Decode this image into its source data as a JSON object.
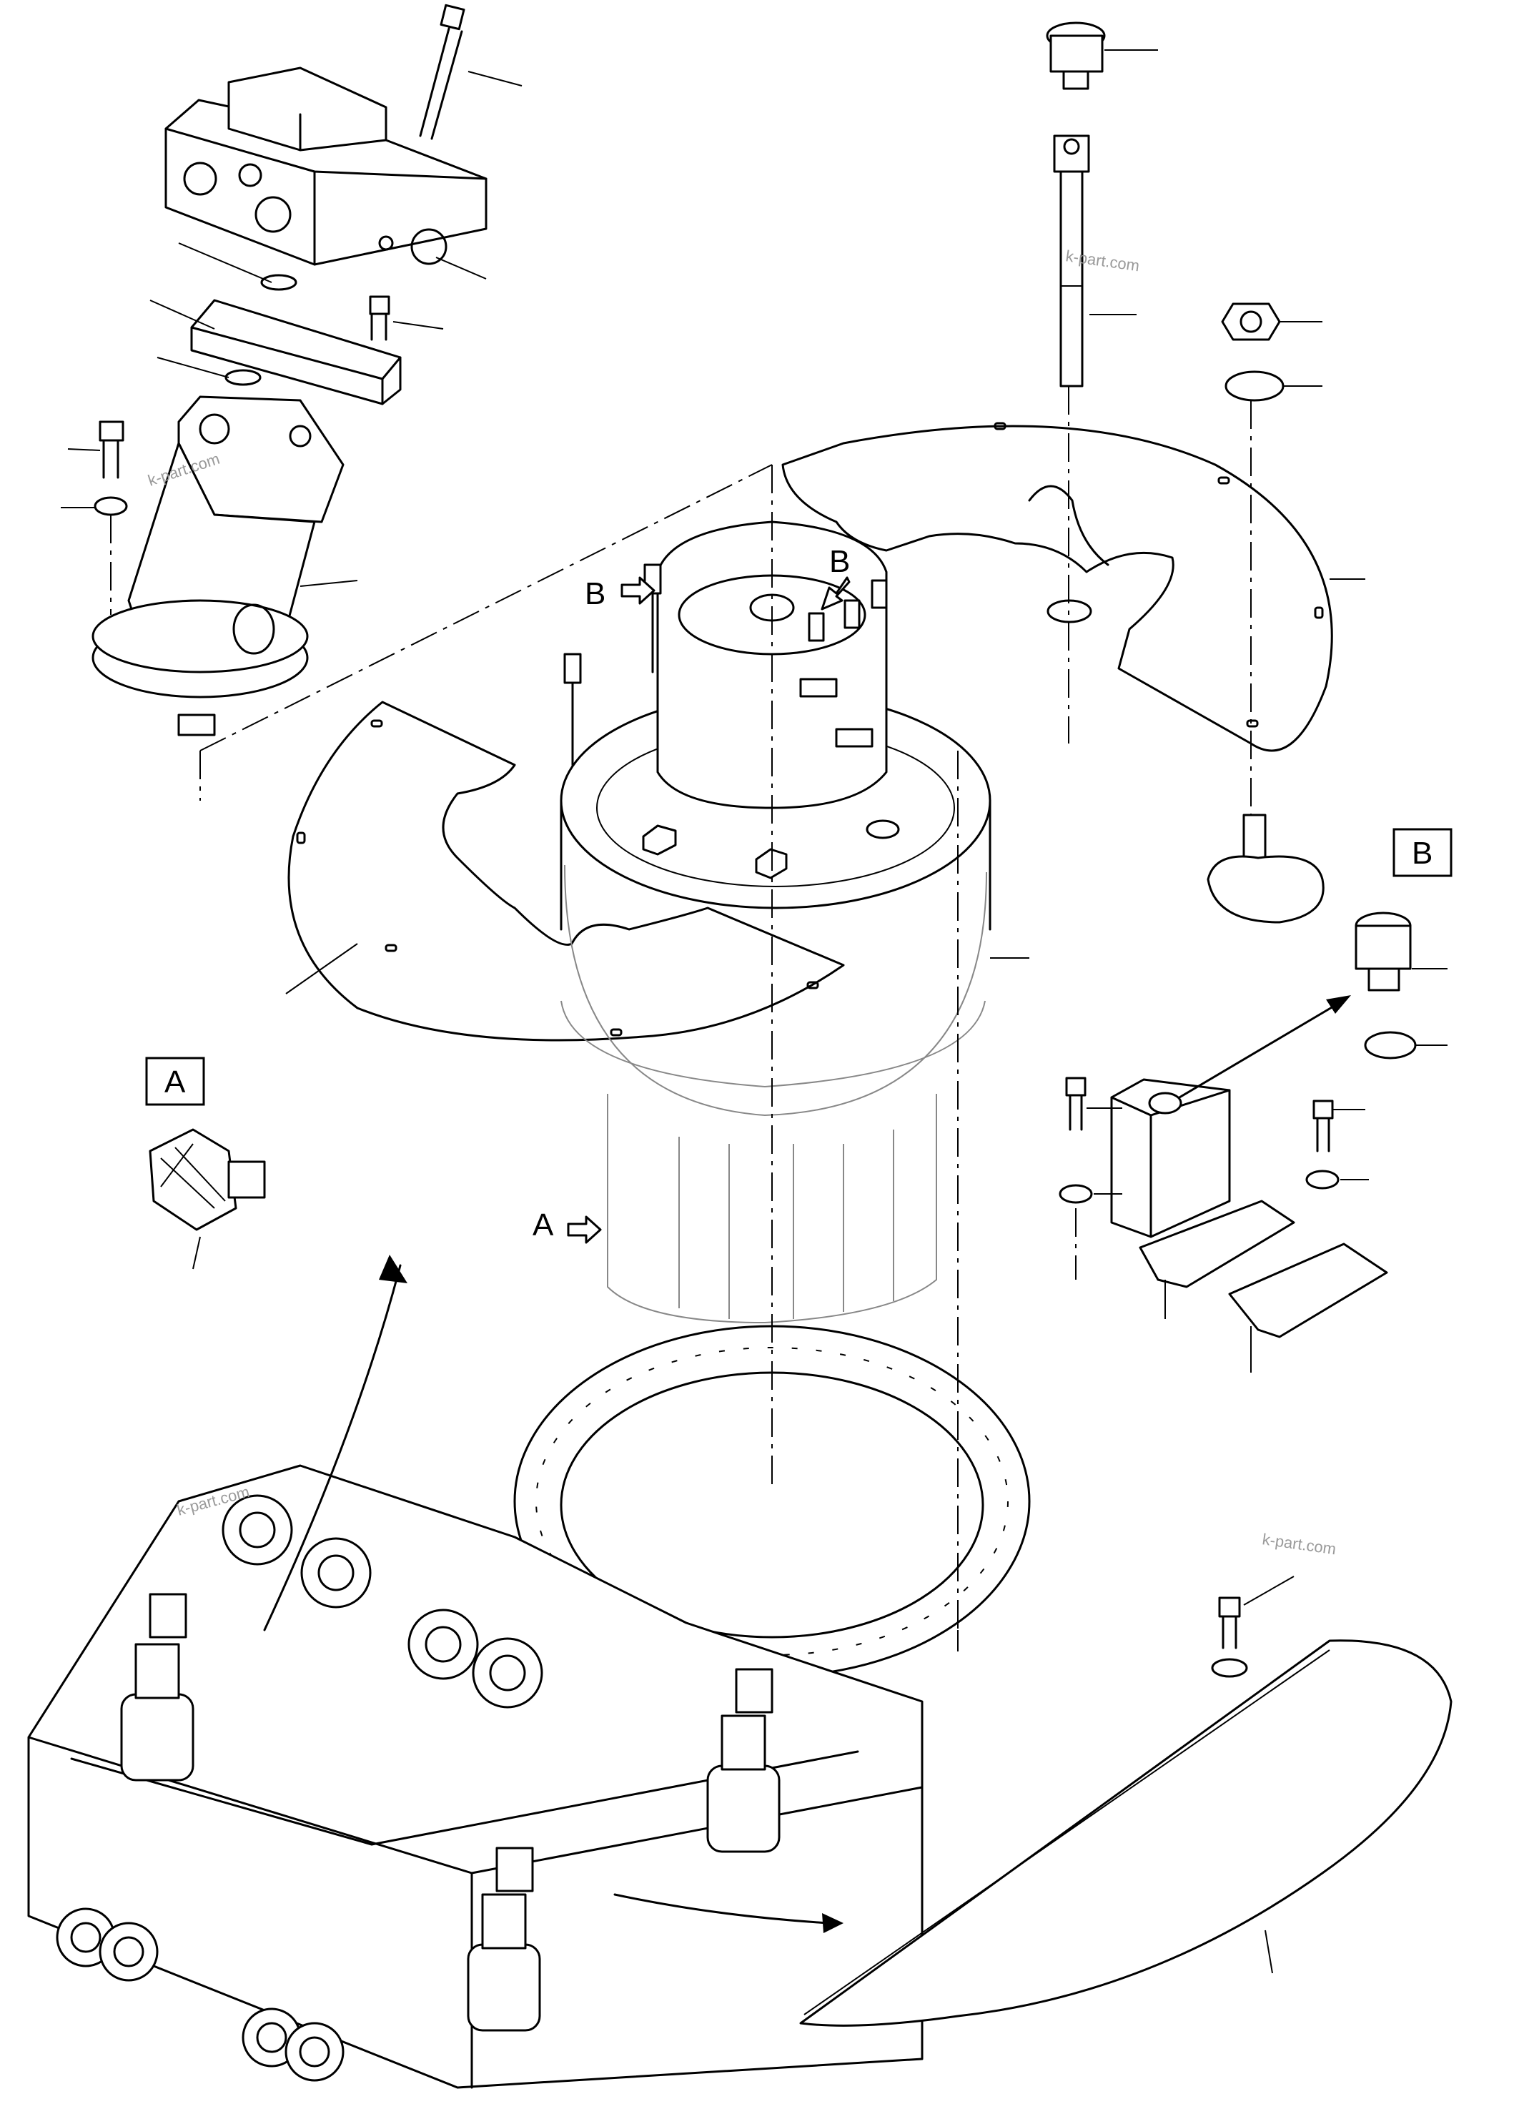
{
  "labels": {
    "detail_a_box": "A",
    "detail_b_box": "B",
    "callout_a": "A",
    "callout_b_left": "B",
    "callout_b_right": "B"
  },
  "watermarks": [
    "k-part.com",
    "k-part.com",
    "k-part.com",
    "k-part.com"
  ],
  "colors": {
    "line": "#000000",
    "background": "#ffffff",
    "watermark": "#9a9a9a"
  }
}
